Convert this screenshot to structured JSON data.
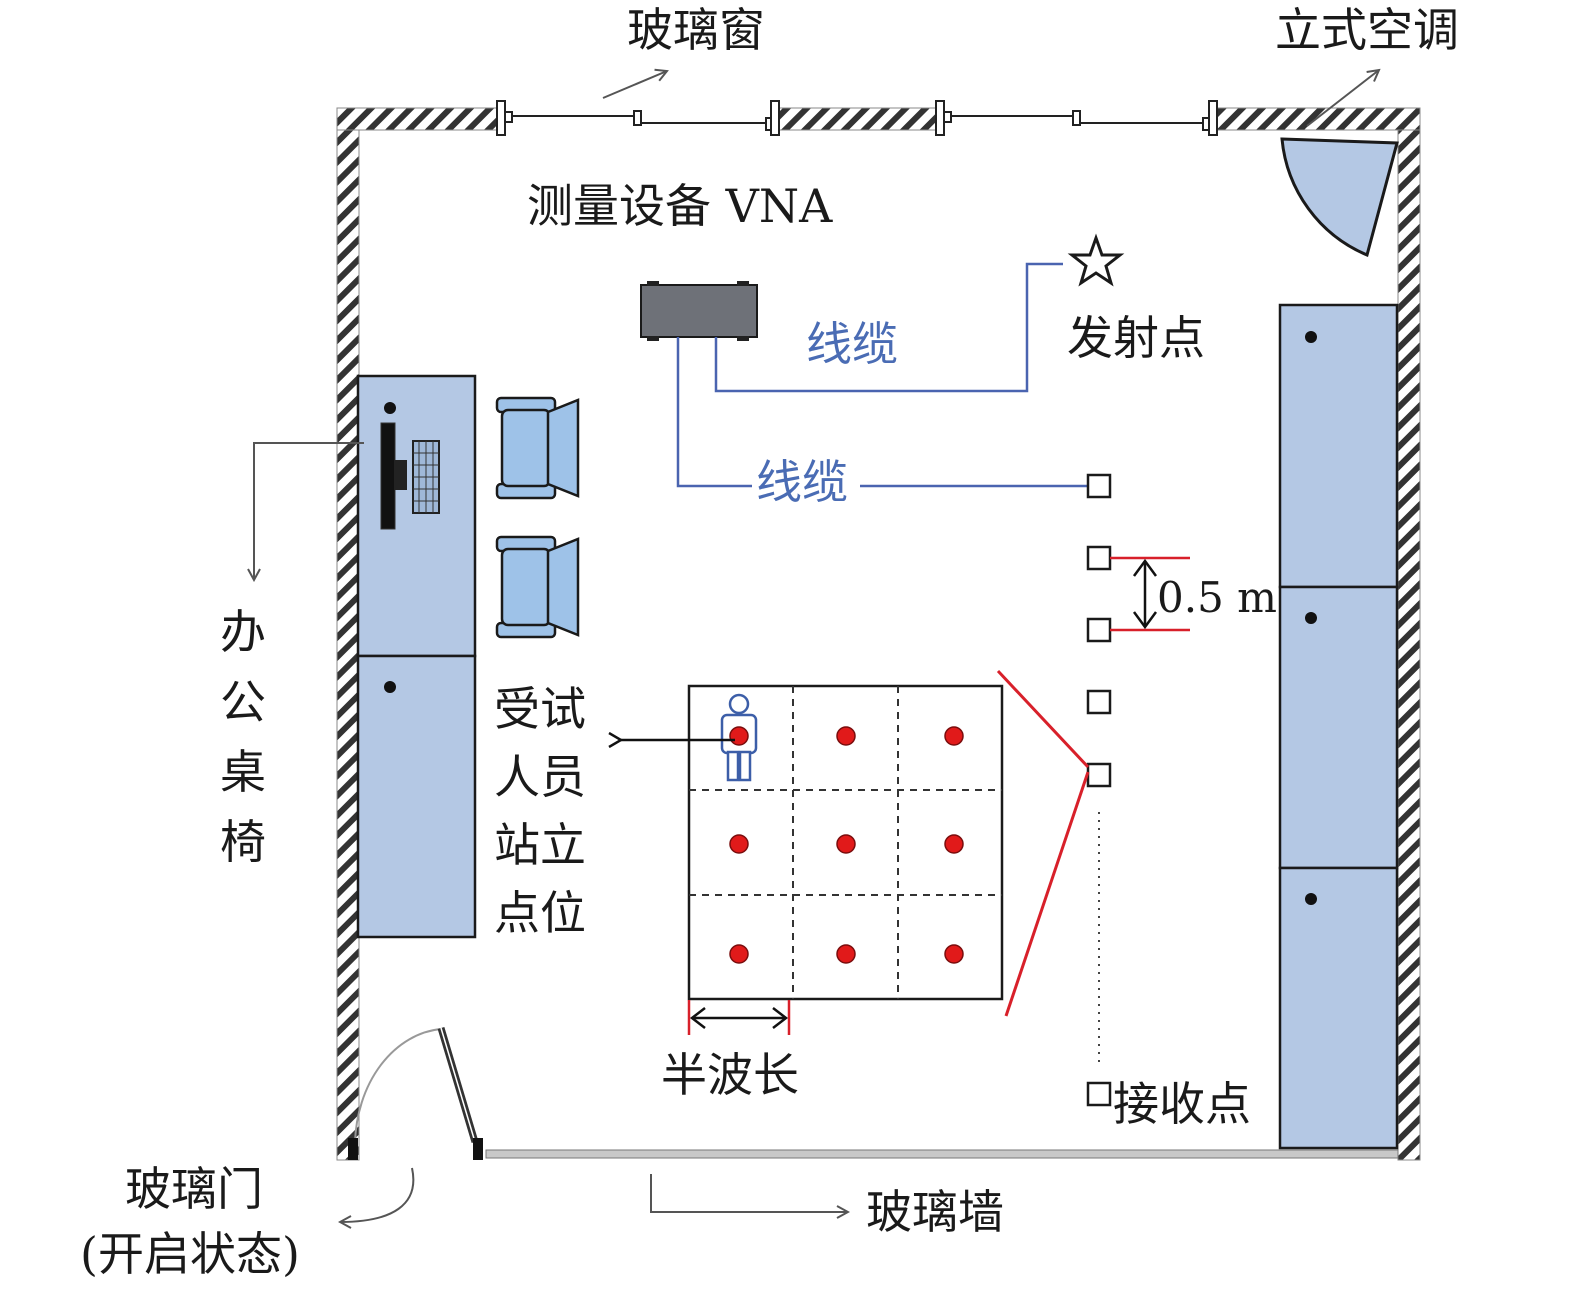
{
  "labels": {
    "glass_window": "玻璃窗",
    "standing_ac": "立式空调",
    "vna": "测量设备 VNA",
    "cable_1": "线缆",
    "cable_2": "线缆",
    "transmit_point": "发射点",
    "office_desk_chair": [
      "办",
      "公",
      "桌",
      "椅"
    ],
    "subject_standing": [
      "受试",
      "人员",
      "站立",
      "点位"
    ],
    "spacing": "0.5 m",
    "half_wavelength": "半波长",
    "receive_point": "接收点",
    "glass_door": "玻璃门",
    "door_state": "(开启状态)",
    "glass_wall": "玻璃墙"
  },
  "grid": {
    "rows": 3,
    "cols": 3
  },
  "receivers": {
    "visible_count": 6
  },
  "colors": {
    "furniture_fill": "#b4c8e4",
    "furniture_stroke": "#1a1a1a",
    "chair_fill": "#9ec2e8",
    "cable": "#4a64b0",
    "cable_text": "#4a6cb4",
    "vna_fill": "#6e7178",
    "marker": "#e11a1a",
    "red_line": "#d8202a",
    "wall_hatch": "#333333",
    "arrow_gray": "#555555"
  }
}
